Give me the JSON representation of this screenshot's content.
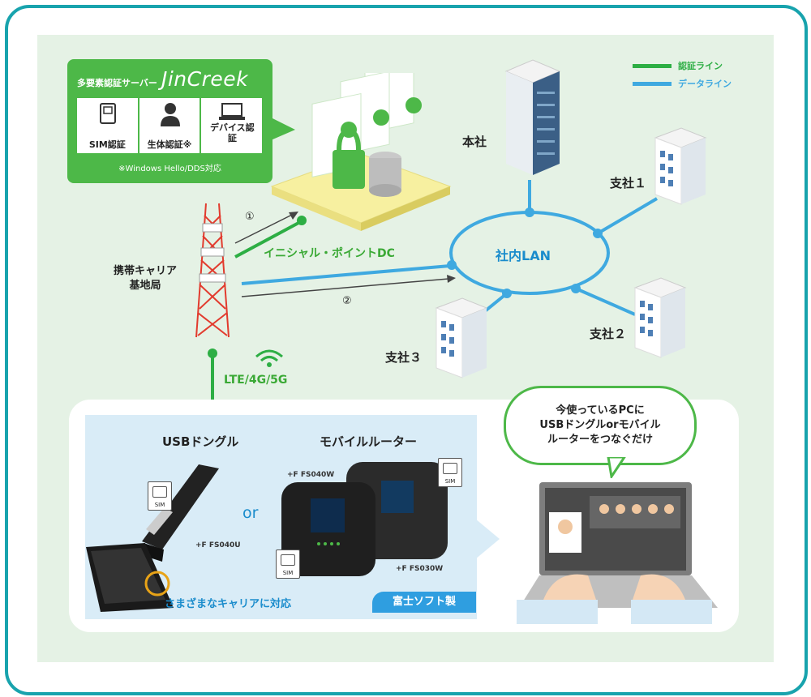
{
  "auth_server": {
    "subtitle": "多要素認証サーバー",
    "name": "JinCreek",
    "methods": [
      {
        "label": "SIM認証",
        "icon": "sim-card-icon"
      },
      {
        "label": "生体認証※",
        "icon": "person-icon"
      },
      {
        "label": "デバイス認証",
        "icon": "laptop-icon"
      }
    ],
    "note": "※Windows Hello/DDS対応"
  },
  "legend": {
    "items": [
      {
        "label": "認証ライン",
        "color": "#2dae44"
      },
      {
        "label": "データライン",
        "color": "#3fa9e0"
      }
    ]
  },
  "network": {
    "hq": "本社",
    "branch1": "支社１",
    "branch2": "支社２",
    "branch3": "支社３",
    "lan": "社内LAN",
    "initial_point": "イニシャル・ポイントDC",
    "base_station": "携帯キャリア\n基地局",
    "step1": "①",
    "step2": "②",
    "lte": "LTE/4G/5G"
  },
  "devices": {
    "usb_title": "USBドングル",
    "router_title": "モバイルルーター",
    "or": "or",
    "usb_model": "+F FS040U",
    "router_model_1": "+F FS040W",
    "router_model_2": "+F FS030W",
    "sim_label": "SIM",
    "carriers": "さまざまなキャリアに対応",
    "maker": "富士ソフト製"
  },
  "bubble": {
    "lines": [
      "今使っているPCに",
      "USBドングルorモバイル",
      "ルーターをつなぐだけ"
    ]
  },
  "colors": {
    "auth": "#2dae44",
    "data": "#3fa9e0",
    "frame": "#18a3ad",
    "panel": "#e5f2e5"
  }
}
